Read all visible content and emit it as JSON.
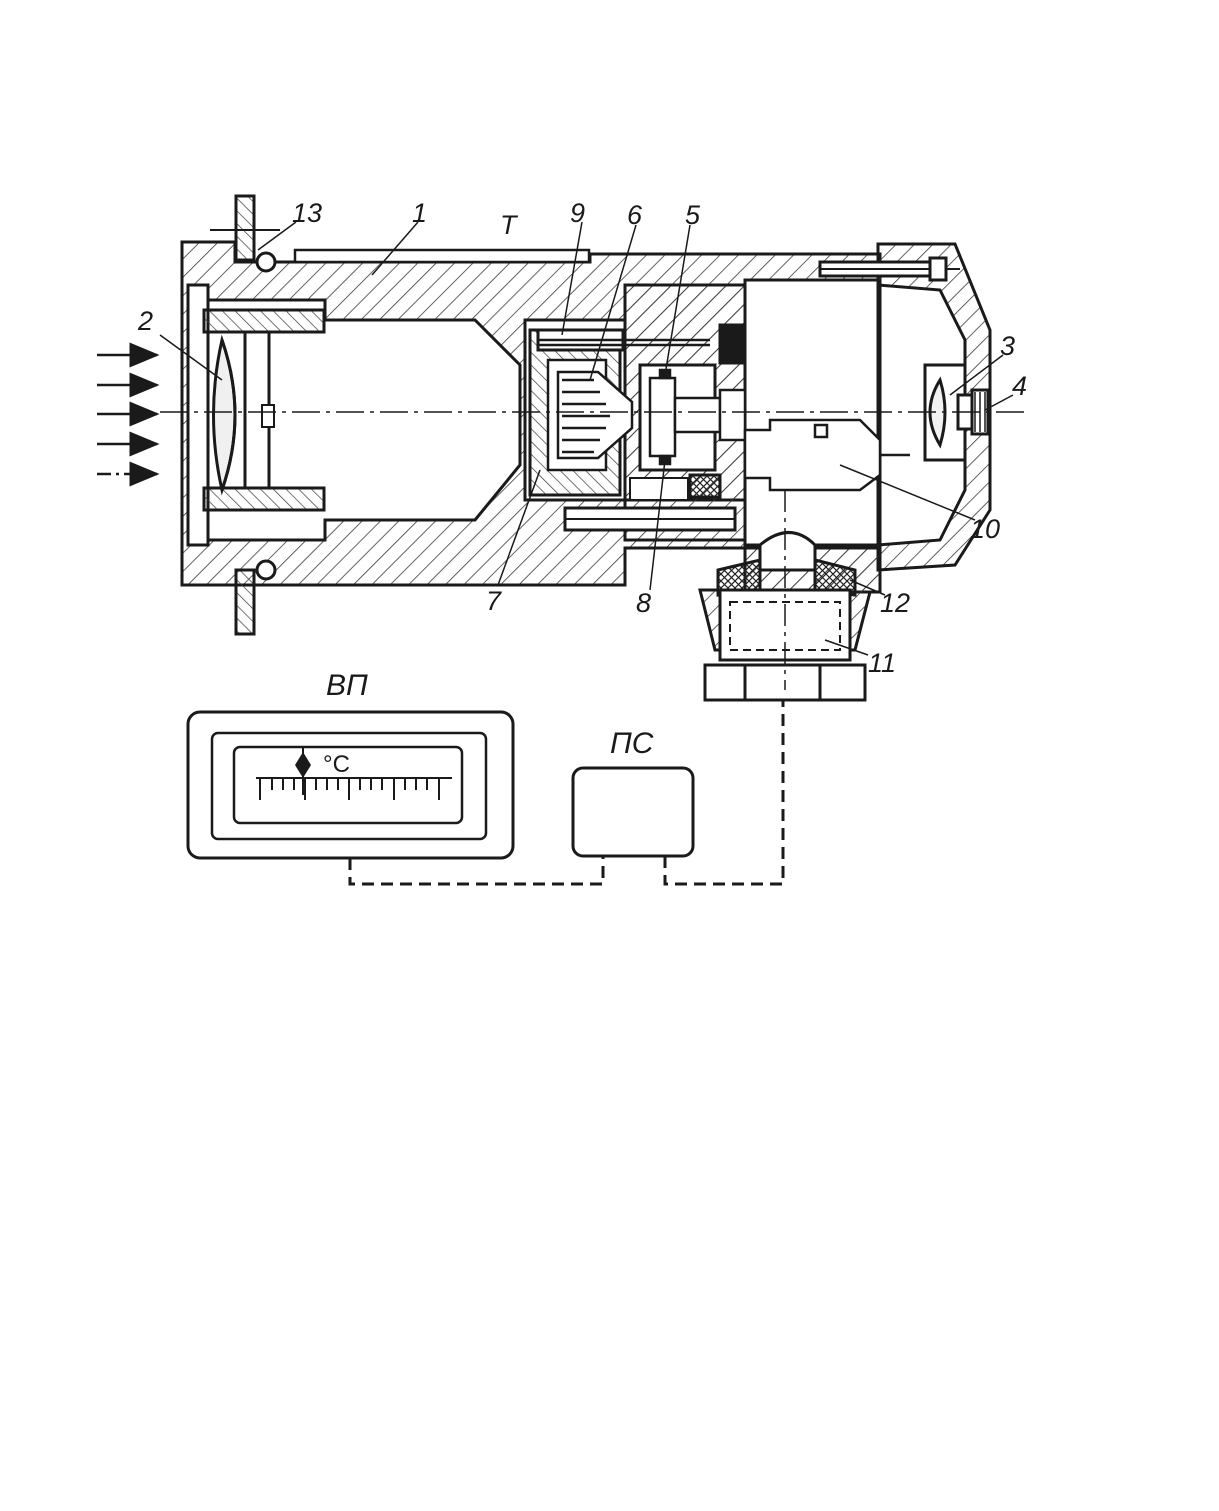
{
  "labels": {
    "n1": "1",
    "n2": "2",
    "n3": "3",
    "n4": "4",
    "n5": "5",
    "n6": "6",
    "n7": "7",
    "n8": "8",
    "n9": "9",
    "n10": "10",
    "n11": "11",
    "n12": "12",
    "n13": "13",
    "t": "Т",
    "vp": "ВП",
    "ps": "ПС"
  },
  "meter": {
    "unit": "°C"
  },
  "colors": {
    "ink": "#1a1a1a",
    "hatch": "#3a3a3a",
    "paper": "#ffffff"
  }
}
